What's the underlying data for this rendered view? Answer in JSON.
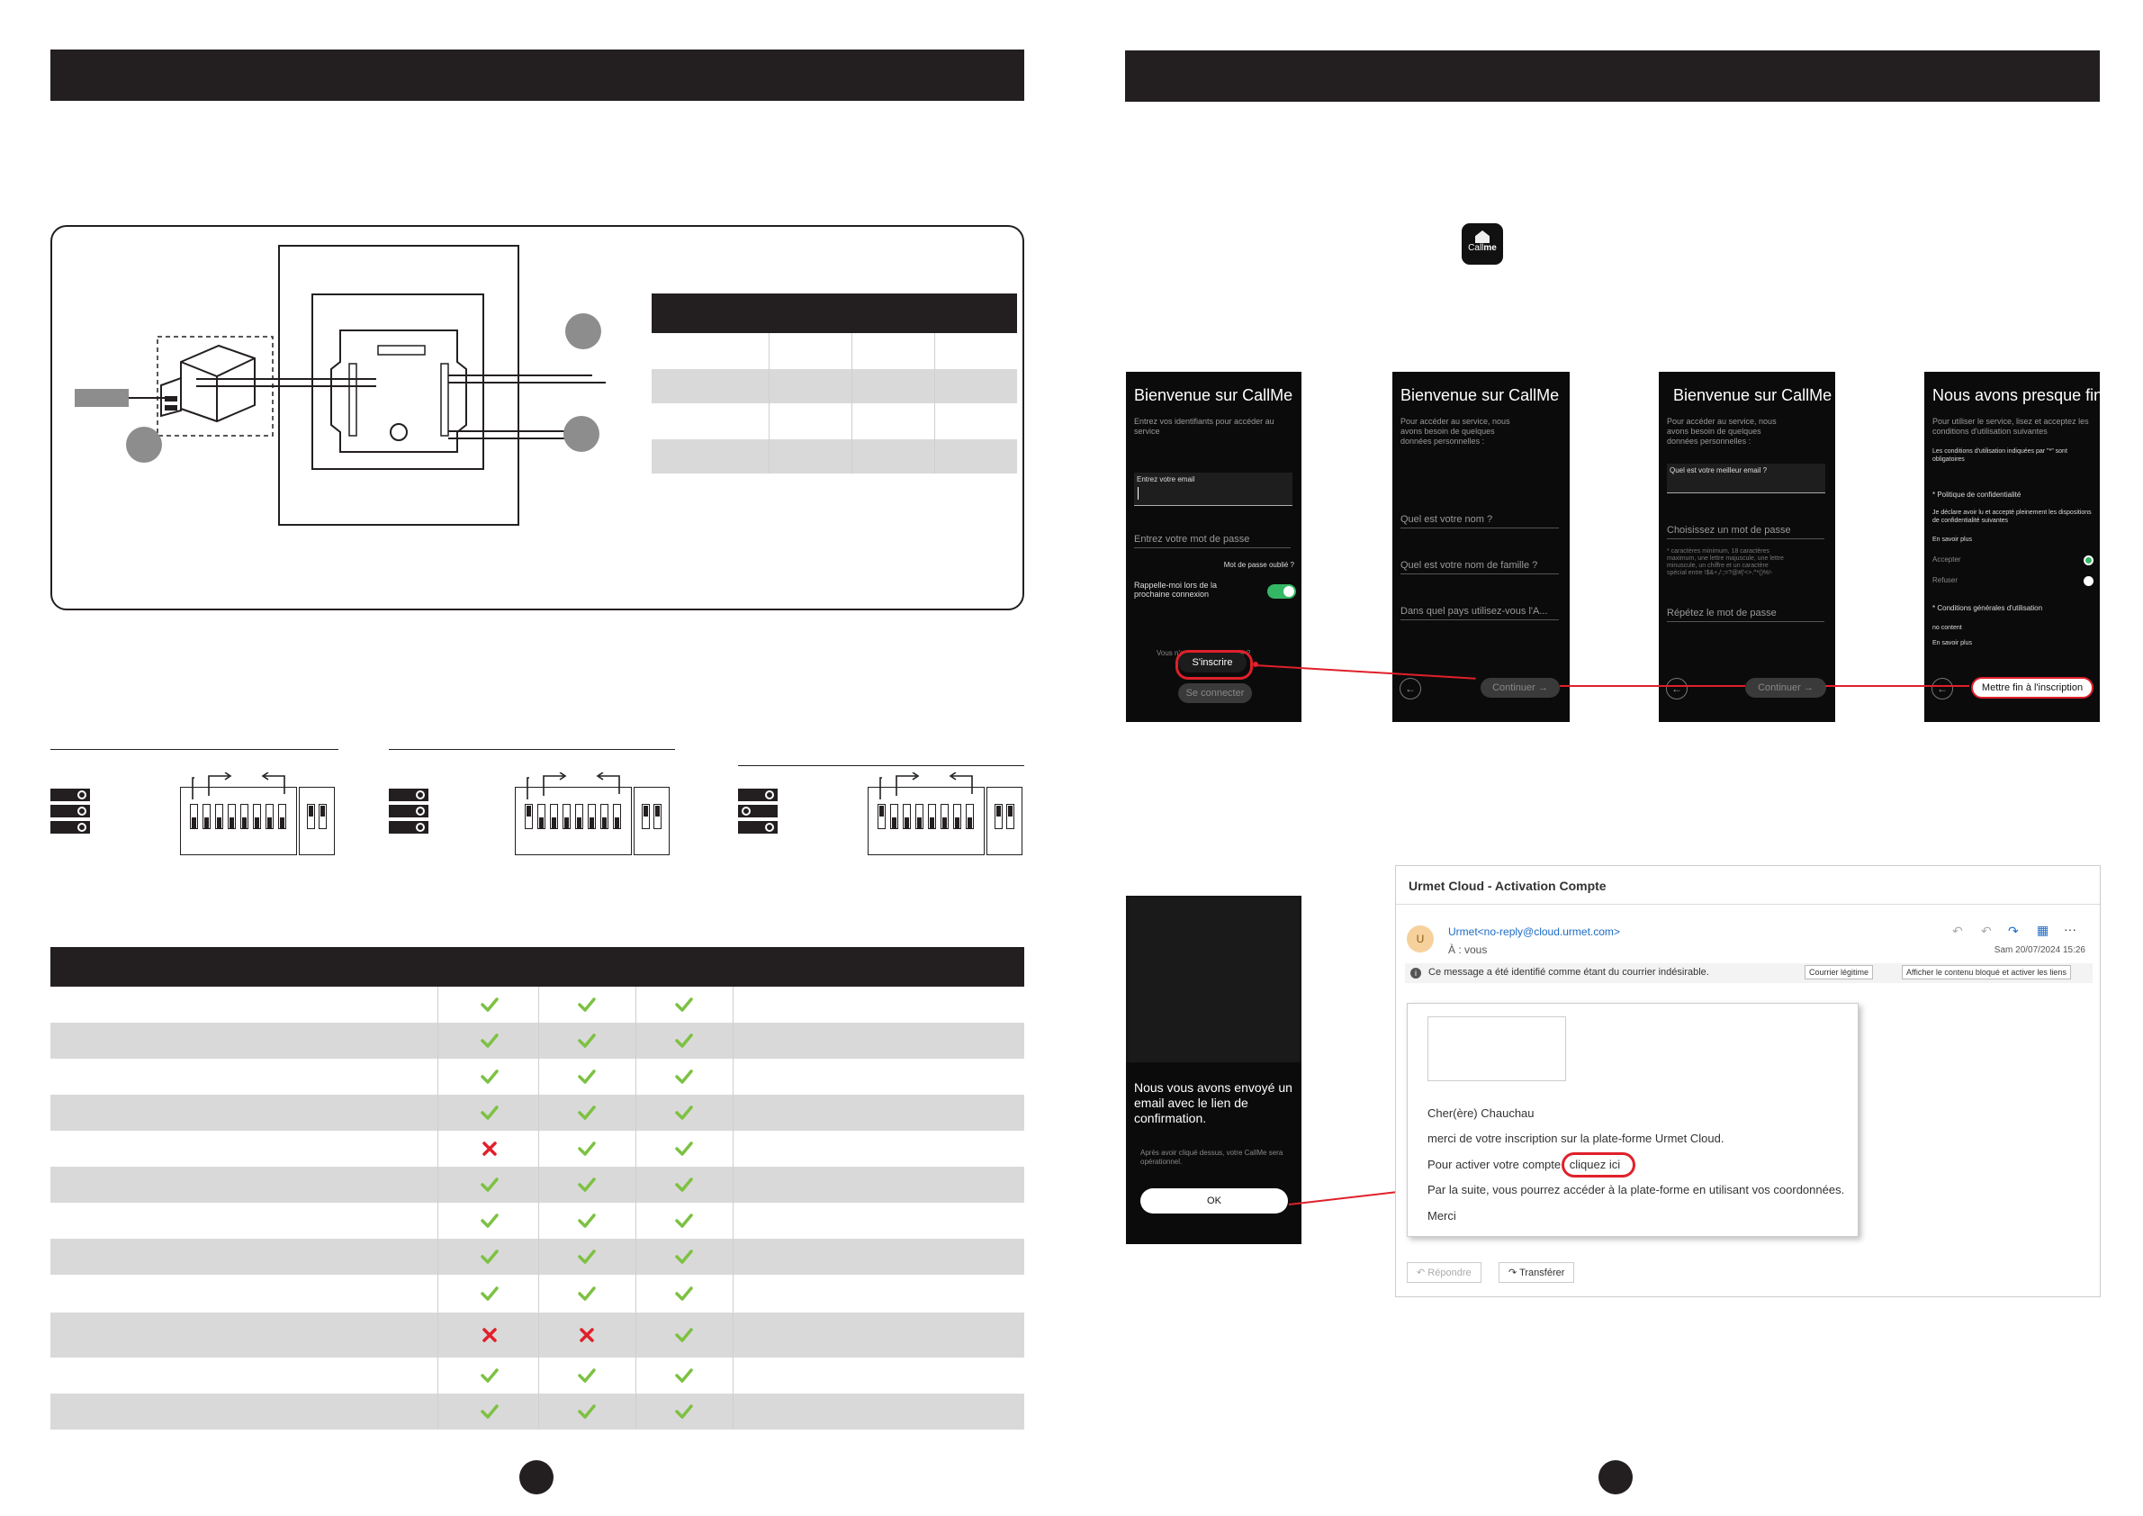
{
  "app_icon": {
    "label": "Call",
    "label_bold": "me"
  },
  "phone1": {
    "title": "Bienvenue sur CallMe",
    "subtitle": "Entrez vos identifiants pour accéder au service",
    "email_label": "Entrez votre email",
    "password_placeholder": "Entrez votre mot de passe",
    "forgot": "Mot de passe oublié ?",
    "remember": "Rappelle-moi lors de la prochaine connexion",
    "no_account": "Vous n'avez pas de compte ?",
    "signup": "S'inscrire",
    "login": "Se connecter"
  },
  "phone2": {
    "title": "Bienvenue sur CallMe",
    "subtitle": "Pour accéder au service, nous avons besoin de quelques données personnelles :",
    "field1": "Quel est votre nom ?",
    "field2": "Quel est votre nom de famille ?",
    "field3": "Dans quel pays utilisez-vous l'A...",
    "continue": "Continuer →"
  },
  "phone3": {
    "title": "Bienvenue sur CallMe",
    "subtitle": "Pour accéder au service, nous avons besoin de quelques données personnelles :",
    "field1": "Quel est votre meilleur email ?",
    "field2": "Choisissez un mot de passe",
    "hint": "* caractères minimum, 18 caractères maximum, une lettre majuscule, une lettre minuscule, un chiffre et un caractère spécial entre !$&+,/:;=?@#|'<>.^*()%!-",
    "field3": "Répétez le mot de passe",
    "continue": "Continuer →"
  },
  "phone4": {
    "title": "Nous avons presque fini",
    "subtitle": "Pour utiliser le service, lisez et acceptez les conditions d'utilisation suivantes",
    "note": "Les conditions d'utilisation indiquées par \"*\" sont obligatoires",
    "privacy": "* Politique de confidentialité",
    "privacy_text": "Je déclare avoir lu et accepté pleinement les dispositions de confidentialité suivantes",
    "learn_more": "En savoir plus",
    "accept": "Accepter",
    "refuse": "Refuser",
    "terms": "* Conditions générales d'utilisation",
    "no_content": "no content",
    "learn_more2": "En savoir plus",
    "finish": "Mettre fin à l'inscription"
  },
  "phone5": {
    "message": "Nous vous avons envoyé un email avec le lien de confirmation.",
    "detail": "Après avoir cliqué dessus, votre CallMe sera opérationnel.",
    "ok": "OK"
  },
  "email": {
    "subject": "Urmet Cloud - Activation Compte",
    "avatar": "U",
    "sender": "Urmet<no-reply@cloud.urmet.com>",
    "to": "À : vous",
    "date": "Sam 20/07/2024 15:26",
    "warning": "Ce message a été identifié comme étant du courrier indésirable.",
    "btn_legit": "Courrier légitime",
    "btn_show": "Afficher le contenu bloqué et activer les liens",
    "greeting": "Cher(ère) Chauchau",
    "line1": "merci de votre inscription sur la plate-forme Urmet Cloud.",
    "line2_pre": "Pour activer votre compte",
    "line2_link": "cliquez ici",
    "line3": "Par la suite, vous pourrez accéder à la plate-forme en utilisant vos coordonnées.",
    "sign": "Merci",
    "reply": "Répondre",
    "forward": "Transférer"
  },
  "table_marks": [
    [
      "check",
      "check",
      "check"
    ],
    [
      "check",
      "check",
      "check"
    ],
    [
      "check",
      "check",
      "check"
    ],
    [
      "check",
      "check",
      "check"
    ],
    [
      "cross",
      "check",
      "check"
    ],
    [
      "check",
      "check",
      "check"
    ],
    [
      "check",
      "check",
      "check"
    ],
    [
      "check",
      "check",
      "check"
    ],
    [
      "check",
      "check",
      "check"
    ],
    [
      "cross",
      "cross",
      "check"
    ],
    [
      "check",
      "check",
      "check"
    ],
    [
      "check",
      "check",
      "check"
    ]
  ],
  "colors": {
    "dark": "#231f20",
    "green": "#7dc142",
    "red": "#e0202a",
    "grey_row": "#d9d9d9"
  }
}
